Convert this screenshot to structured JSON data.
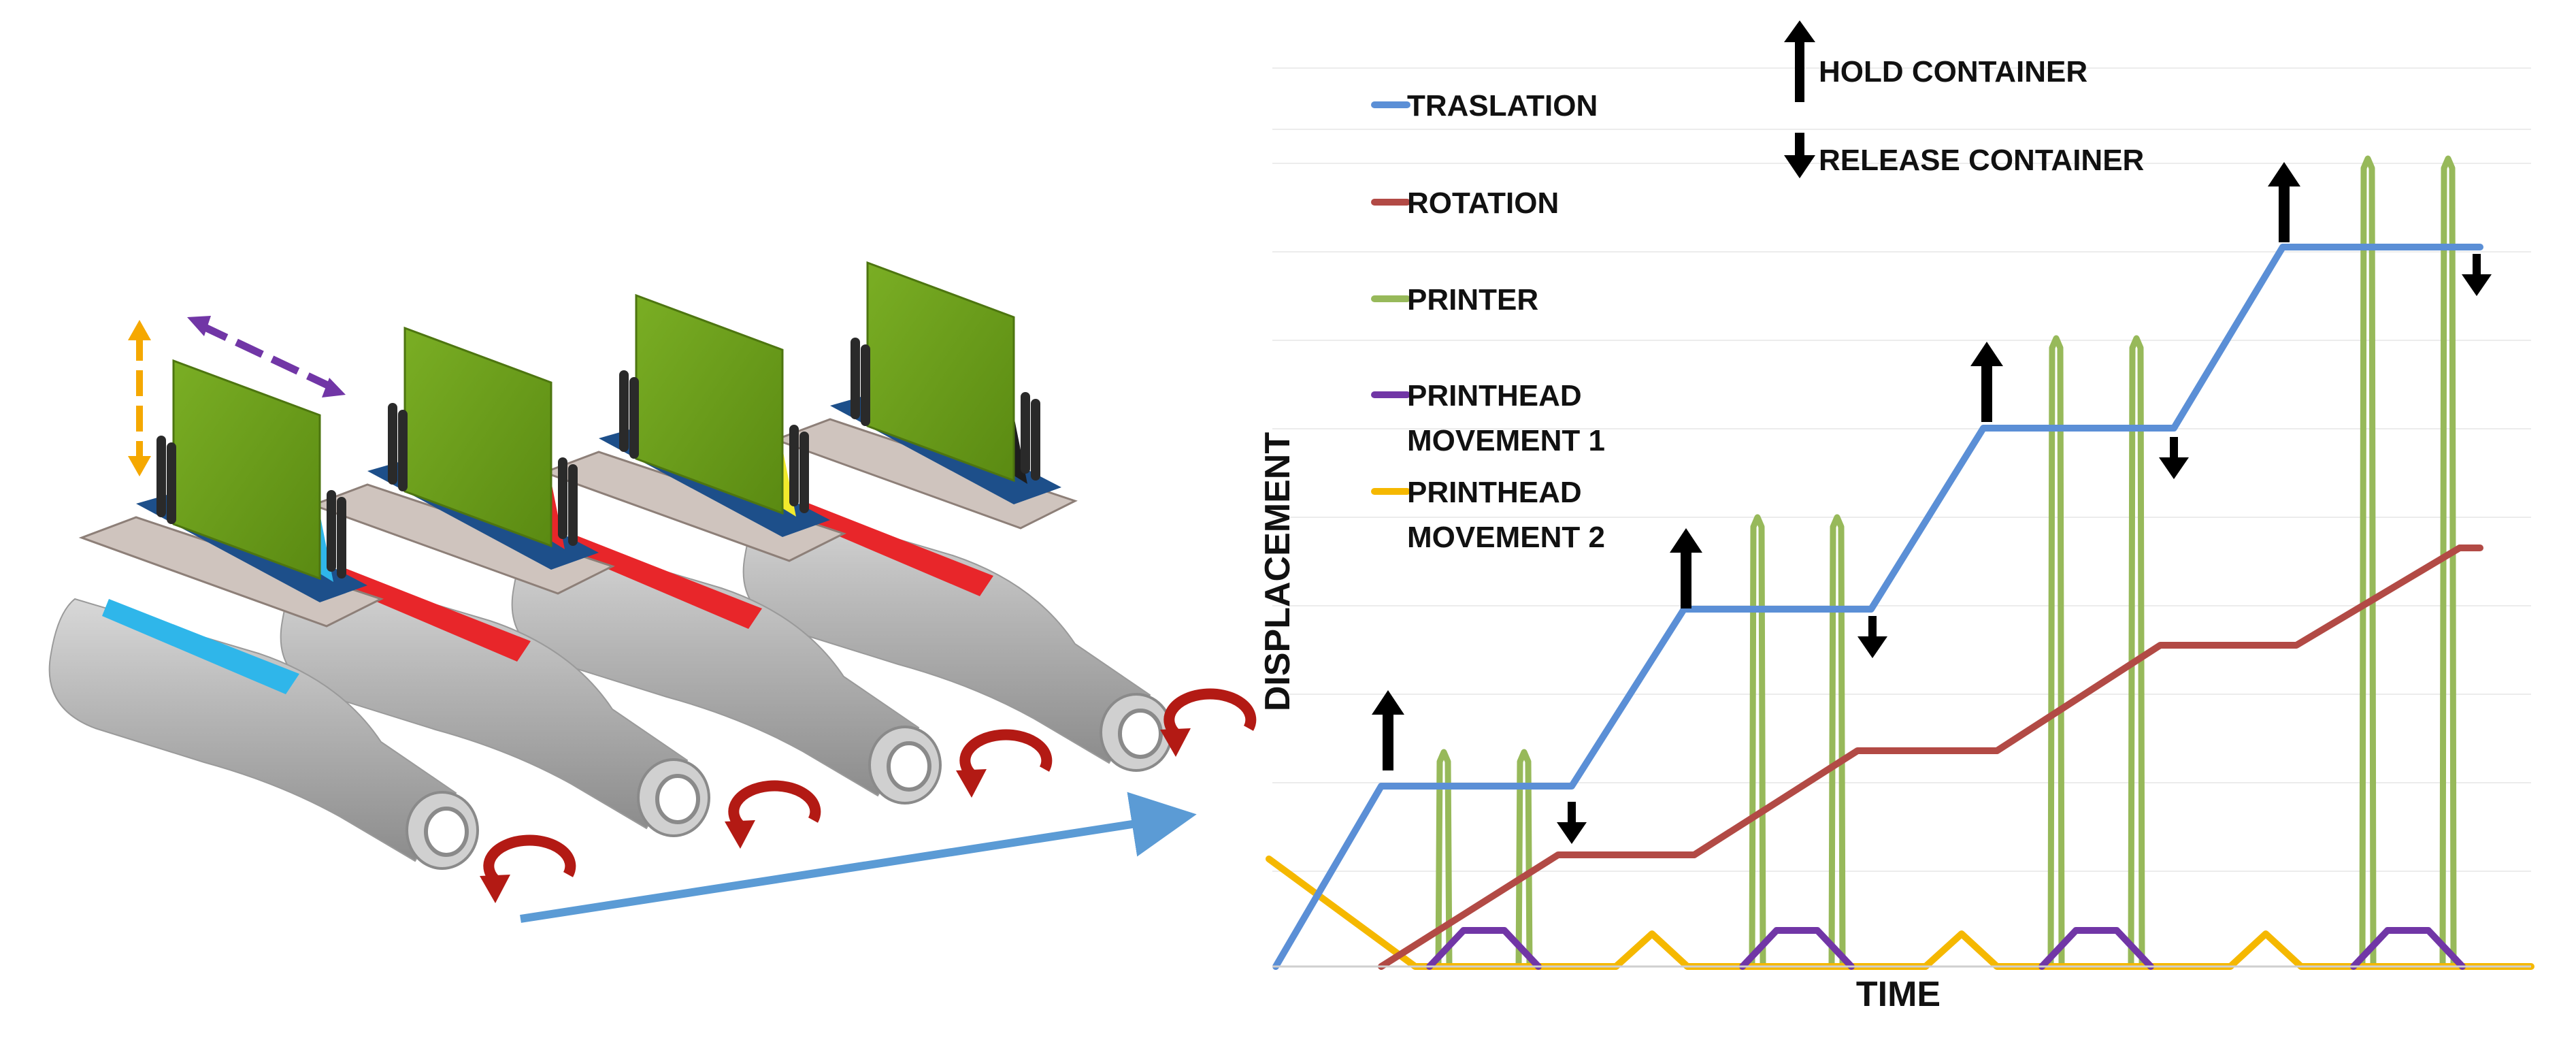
{
  "legend": {
    "items": [
      {
        "key": "traslation",
        "lines": [
          "TRASLATION"
        ],
        "color": "#5b8fd6"
      },
      {
        "key": "rotation",
        "lines": [
          "ROTATION"
        ],
        "color": "#b24a45"
      },
      {
        "key": "printer",
        "lines": [
          "PRINTER"
        ],
        "color": "#97b95a"
      },
      {
        "key": "printhead1",
        "lines": [
          "PRINTHEAD",
          "MOVEMENT 1"
        ],
        "color": "#7136a6"
      },
      {
        "key": "printhead2",
        "lines": [
          "PRINTHEAD",
          "MOVEMENT 2"
        ],
        "color": "#f5b800"
      }
    ],
    "arrows": {
      "hold": "HOLD CONTAINER",
      "release": "RELEASE CONTAINER"
    }
  },
  "axes": {
    "x_label": "TIME",
    "y_label": "DISPLACEMENT"
  },
  "illustration": {
    "ink_colors": [
      "#2fb6ea",
      "#e8262a",
      "#f1ea2c",
      "#1e1e1e"
    ],
    "board_color": "#6a9a1a",
    "carriage_color": "#1d4f8a",
    "bottle_color": "#b9b9b9",
    "motion_colors": {
      "vertical": "#f5a800",
      "lateral": "#7136a6",
      "rotation": "#b31a14",
      "translation": "#5b9bd5"
    }
  }
}
